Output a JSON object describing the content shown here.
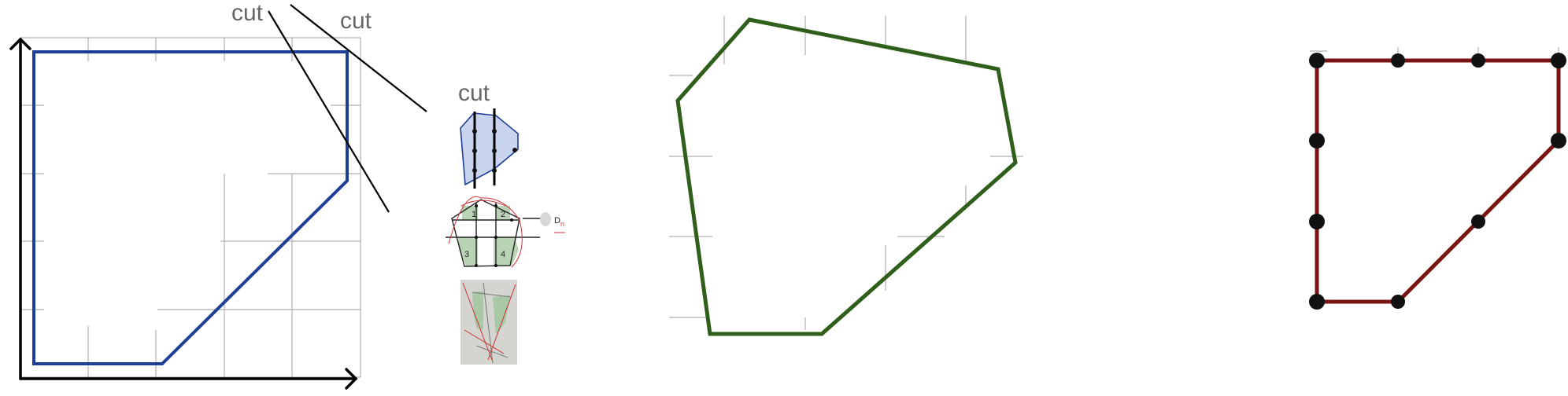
{
  "labels": {
    "cut_top_left": "cut",
    "cut_top_right": "cut",
    "cut_inset": "cut"
  },
  "inset_pentagon": {
    "region_numbers": [
      "1",
      "2",
      "3",
      "4"
    ],
    "annotation": "D",
    "annotation_sub": "n"
  },
  "colors": {
    "blue_polygon": "#1f3f96",
    "green_polygon": "#2f5f1a",
    "red_polygon": "#7a1414",
    "vertex_dot": "#111111",
    "grid": "#b0b0b0",
    "axis": "#000000",
    "label": "#666666",
    "inset_fill_blue": "#c9d4ee",
    "inset_fill_green": "#b9d4b4",
    "inset_red_line": "#cc3333"
  },
  "icons": [
    "axis-arrow-icon"
  ]
}
